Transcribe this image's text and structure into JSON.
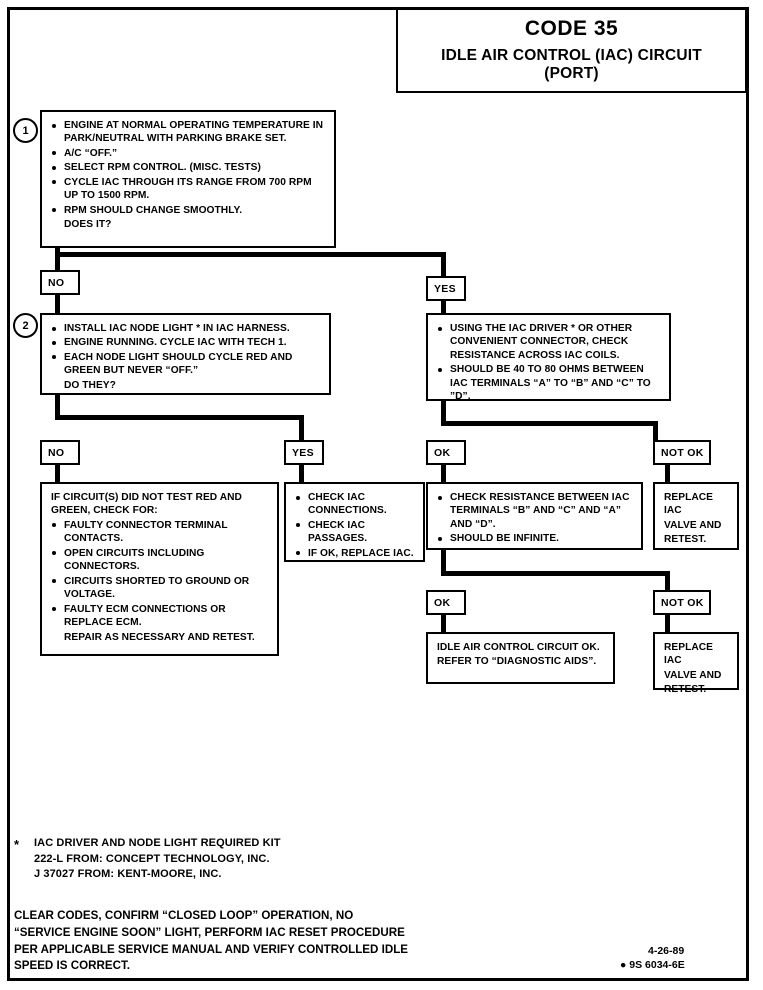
{
  "document": {
    "title_code": "CODE 35",
    "title_name": "IDLE AIR CONTROL (IAC) CIRCUIT",
    "title_variant": "(PORT)"
  },
  "steps": {
    "step1_number": "1",
    "step2_number": "2"
  },
  "step1_box": {
    "items": [
      "ENGINE AT NORMAL OPERATING TEMPERATURE IN PARK/NEUTRAL WITH PARKING BRAKE SET.",
      "A/C “OFF.”",
      "SELECT RPM CONTROL.  (MISC. TESTS)",
      "CYCLE IAC THROUGH ITS RANGE FROM 700 RPM UP TO 1500 RPM.",
      "RPM SHOULD CHANGE SMOOTHLY."
    ],
    "tail": "DOES IT?"
  },
  "step2_box": {
    "items": [
      "INSTALL IAC NODE LIGHT * IN IAC HARNESS.",
      "ENGINE RUNNING.  CYCLE IAC WITH TECH 1.",
      "EACH NODE LIGHT SHOULD CYCLE RED AND GREEN BUT NEVER “OFF.”"
    ],
    "tail": "DO THEY?"
  },
  "resistance_box": {
    "items": [
      "USING THE IAC DRIVER * OR OTHER CONVENIENT CONNECTOR, CHECK RESISTANCE ACROSS IAC COILS.",
      "SHOULD BE 40 TO 80 OHMS BETWEEN IAC TERMINALS “A” TO “B” AND “C” TO ”D”."
    ]
  },
  "circuit_check_box": {
    "heading": "IF CIRCUIT(S) DID NOT TEST RED AND GREEN, CHECK FOR:",
    "items": [
      "FAULTY CONNECTOR TERMINAL CONTACTS.",
      "OPEN CIRCUITS INCLUDING CONNECTORS.",
      "CIRCUITS SHORTED TO GROUND OR VOLTAGE.",
      "FAULTY ECM CONNECTIONS OR REPLACE ECM."
    ],
    "tail": "REPAIR AS NECESSARY AND RETEST."
  },
  "check_iac_box": {
    "items": [
      "CHECK IAC CONNECTIONS.",
      "CHECK IAC PASSAGES.",
      "IF OK, REPLACE IAC."
    ]
  },
  "infinite_box": {
    "items": [
      "CHECK RESISTANCE BETWEEN IAC TERMINALS “B” AND “C” AND “A” AND “D”.",
      "SHOULD BE INFINITE."
    ]
  },
  "replace_box_upper": {
    "line1": "REPLACE IAC",
    "line2": "VALVE AND",
    "line3": "RETEST."
  },
  "replace_box_lower": {
    "line1": "REPLACE IAC",
    "line2": "VALVE AND",
    "line3": "RETEST."
  },
  "circuit_ok_box": {
    "line1": "IDLE AIR CONTROL CIRCUIT OK.",
    "line2": "REFER TO “DIAGNOSTIC AIDS”."
  },
  "tags": {
    "no_1": "NO",
    "yes_1": "YES",
    "no_2": "NO",
    "yes_2": "YES",
    "ok_1": "OK",
    "not_ok_1": "NOT OK",
    "ok_2": "OK",
    "not_ok_2": "NOT OK"
  },
  "footnote": {
    "star": "*",
    "line1": "IAC DRIVER AND NODE LIGHT REQUIRED KIT",
    "line2": "222-L FROM:  CONCEPT TECHNOLOGY, INC.",
    "line3": "J 37027 FROM:  KENT-MOORE, INC."
  },
  "closing_note": {
    "line1": "CLEAR CODES, CONFIRM “CLOSED LOOP” OPERATION, NO",
    "line2": "“SERVICE ENGINE SOON” LIGHT, PERFORM IAC RESET PROCEDURE",
    "line3": "PER APPLICABLE SERVICE MANUAL AND VERIFY CONTROLLED IDLE",
    "line4": "SPEED IS CORRECT."
  },
  "publication": {
    "date": "4-26-89",
    "part_number": "● 9S 6034-6E"
  }
}
